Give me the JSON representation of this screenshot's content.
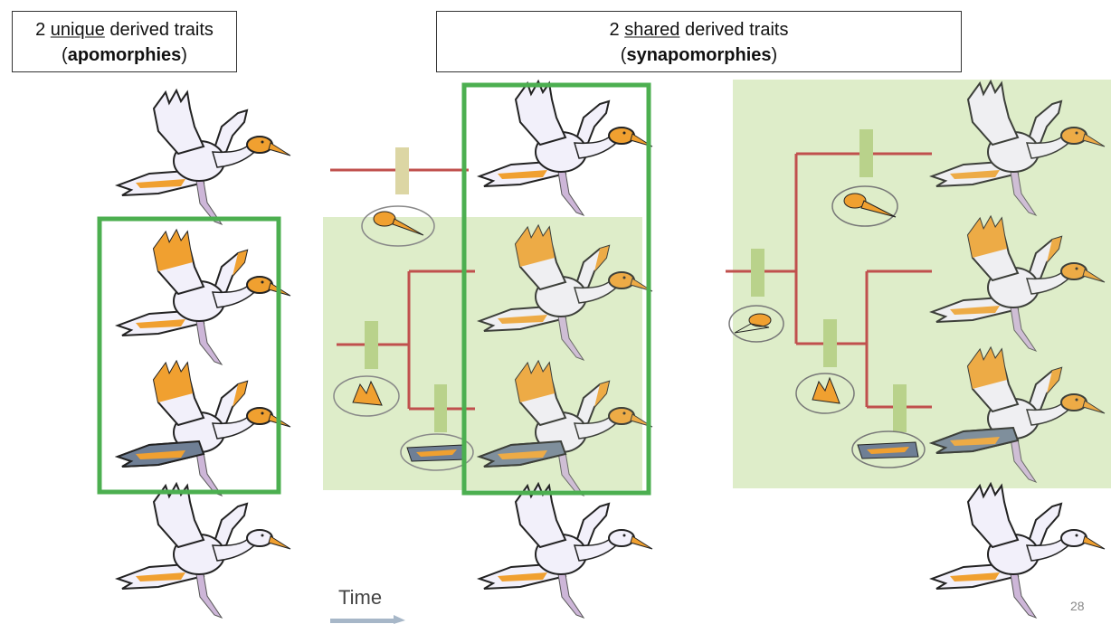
{
  "left_title": {
    "prefix": "2 ",
    "underlined": "unique",
    "suffix": " derived traits",
    "bold": "apomorphies"
  },
  "center_title": {
    "prefix": "2 ",
    "underlined": "shared",
    "suffix": " derived traits",
    "bold": "synapomorphies"
  },
  "time_label": "Time",
  "page_number": "28",
  "colors": {
    "highlight": "#deedc9",
    "frame": "#4caf50",
    "branch": "#c0504d",
    "marker_pale": "#dcd6a4",
    "marker": "#b9d28b",
    "orange": "#f0a030",
    "gray_tail": "#6f7f95",
    "leg": "#cdb6d8"
  }
}
